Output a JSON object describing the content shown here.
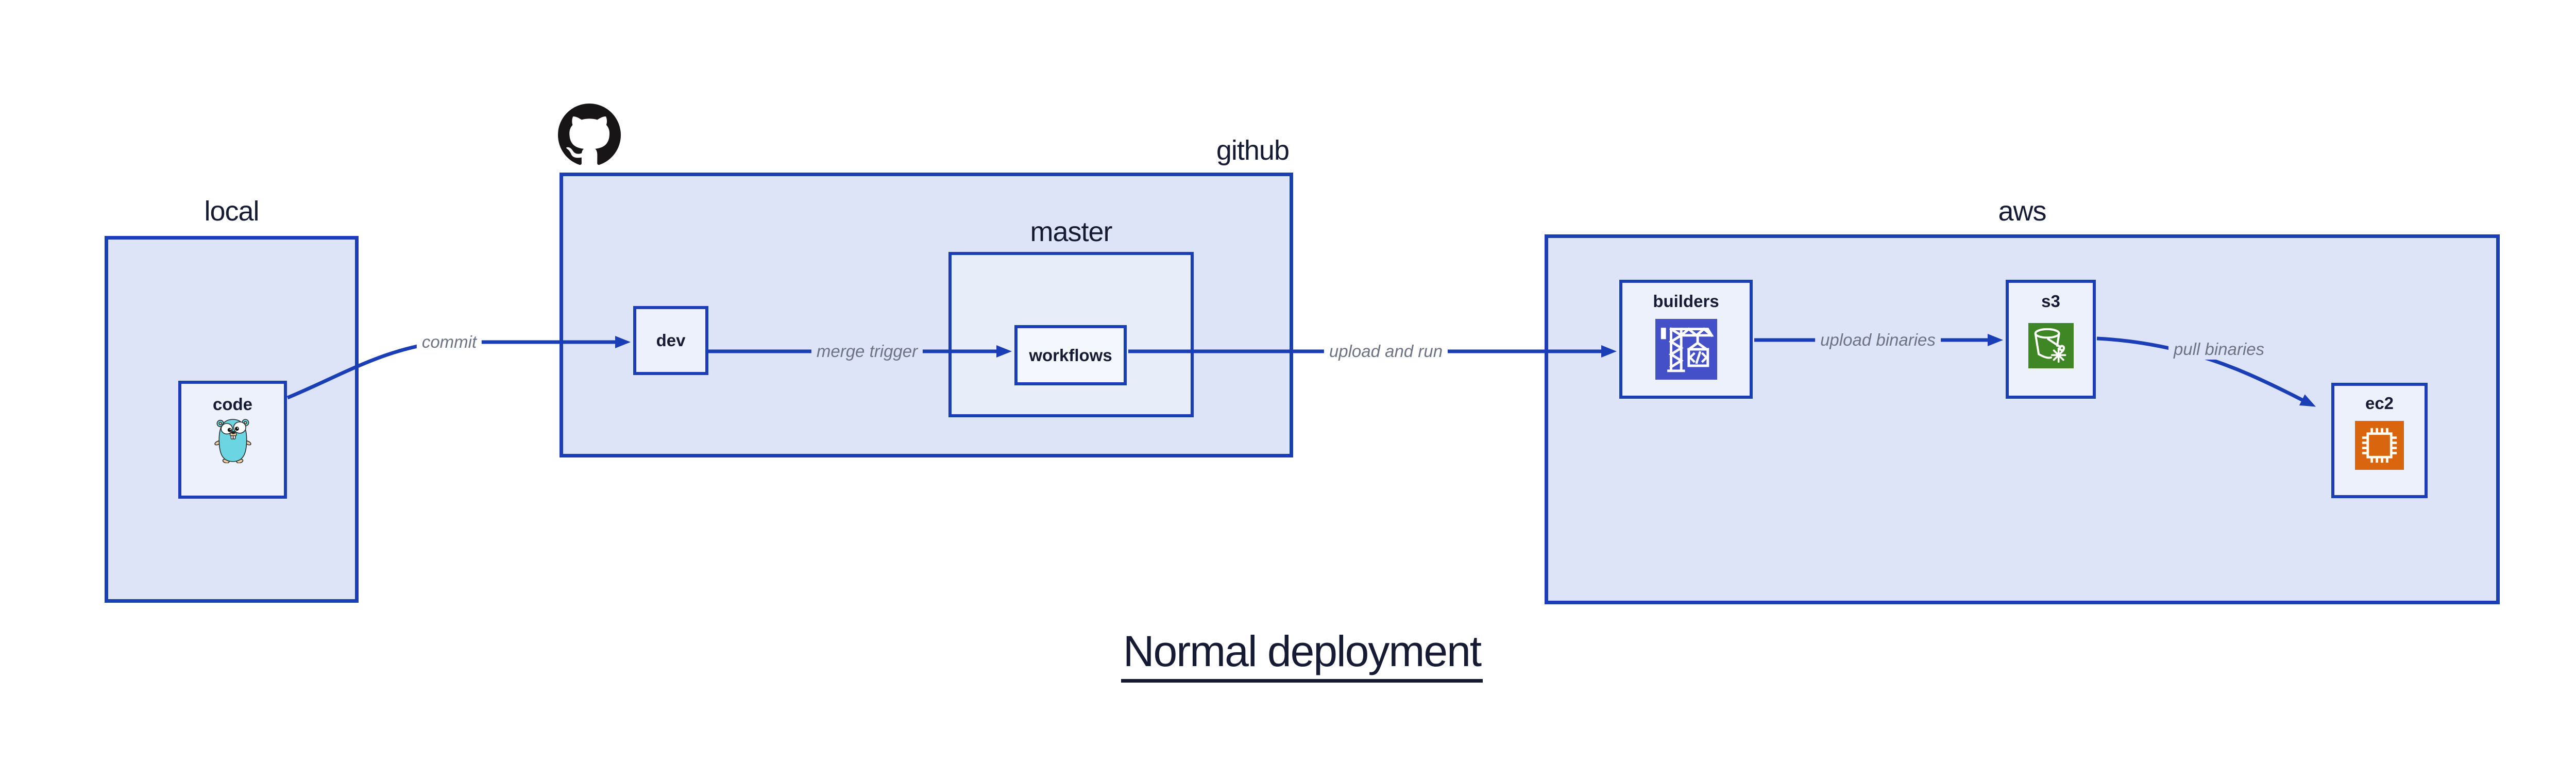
{
  "title": "Normal deployment",
  "colors": {
    "border_blue": "#1a3eb5",
    "fill_outer": "#dee4f8",
    "fill_mid": "#e8edfa",
    "fill_node": "#edf1fc",
    "fill_workflows": "#f5f7fe",
    "text_navy": "#161b33",
    "label_gray": "#6e7383",
    "codebuild_purple": "#4350c8",
    "s3_green": "#3f8624",
    "ec2_orange": "#d9660f",
    "gopher_teal": "#6bd6e1",
    "octocat_black": "#171515"
  },
  "groups": {
    "local": {
      "label": "local"
    },
    "github": {
      "label": "github",
      "icon": "github-octocat"
    },
    "master": {
      "label": "master"
    },
    "aws": {
      "label": "aws"
    }
  },
  "nodes": {
    "code": {
      "label": "code",
      "icon": "go-gopher"
    },
    "dev": {
      "label": "dev"
    },
    "workflows": {
      "label": "workflows"
    },
    "builders": {
      "label": "builders",
      "icon": "aws-codebuild-crane"
    },
    "s3": {
      "label": "s3",
      "icon": "aws-s3-bucket"
    },
    "ec2": {
      "label": "ec2",
      "icon": "aws-ec2-chip"
    }
  },
  "edges": [
    {
      "id": "commit",
      "label": "commit",
      "from": "code",
      "to": "dev"
    },
    {
      "id": "merge-trigger",
      "label": "merge trigger",
      "from": "dev",
      "to": "workflows"
    },
    {
      "id": "upload-and-run",
      "label": "upload and run",
      "from": "workflows",
      "to": "builders"
    },
    {
      "id": "upload-binaries",
      "label": "upload binaries",
      "from": "builders",
      "to": "s3"
    },
    {
      "id": "pull-binaries",
      "label": "pull binaries",
      "from": "s3",
      "to": "ec2"
    }
  ]
}
